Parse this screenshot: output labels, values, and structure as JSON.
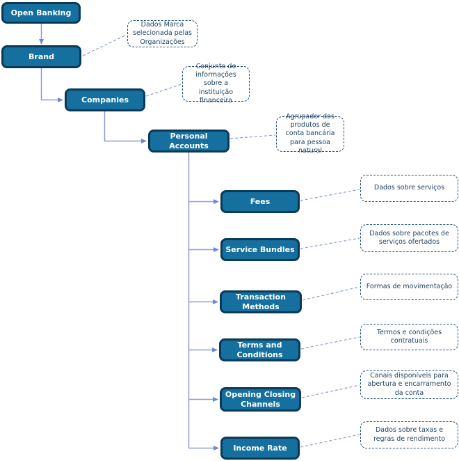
{
  "nodes": {
    "open_banking": {
      "label": "Open Banking"
    },
    "brand": {
      "label": "Brand"
    },
    "companies": {
      "label": "Companies"
    },
    "personal_accounts": {
      "label": "Personal Accounts"
    },
    "fees": {
      "label": "Fees"
    },
    "service_bundles": {
      "label": "Service Bundles"
    },
    "transaction_methods": {
      "label": "Transaction Methods"
    },
    "terms_and_conditions": {
      "label": "Terms and Conditions"
    },
    "opening_closing_channels": {
      "label": "Opening Closing Channels"
    },
    "income_rate": {
      "label": "Income Rate"
    }
  },
  "notes": {
    "brand": "Dados Marca selecionada pelas Organizações",
    "companies": "Conjunto de informações sobre a instituição financeira",
    "personal_accounts": "Agrupador dos produtos de conta bancária para pessoa natural",
    "fees": "Dados sobre serviços",
    "service_bundles": "Dados sobre pacotes de serviços ofertados",
    "transaction_methods": "Formas de movimentação",
    "terms_and_conditions": "Termos e condições contratuais",
    "opening_closing_channels": "Canais disponíveis para abertura e encarramento da conta",
    "income_rate": "Dados sobre taxas e regras de rendimento"
  },
  "colors": {
    "node_fill": "#15709F",
    "node_border": "#0C3A56",
    "node_text": "#FFFFFF",
    "note_border": "#1F4E79",
    "note_text": "#1D3F5E",
    "connector": "#8C9BD4",
    "arrowhead": "#7487C9"
  }
}
